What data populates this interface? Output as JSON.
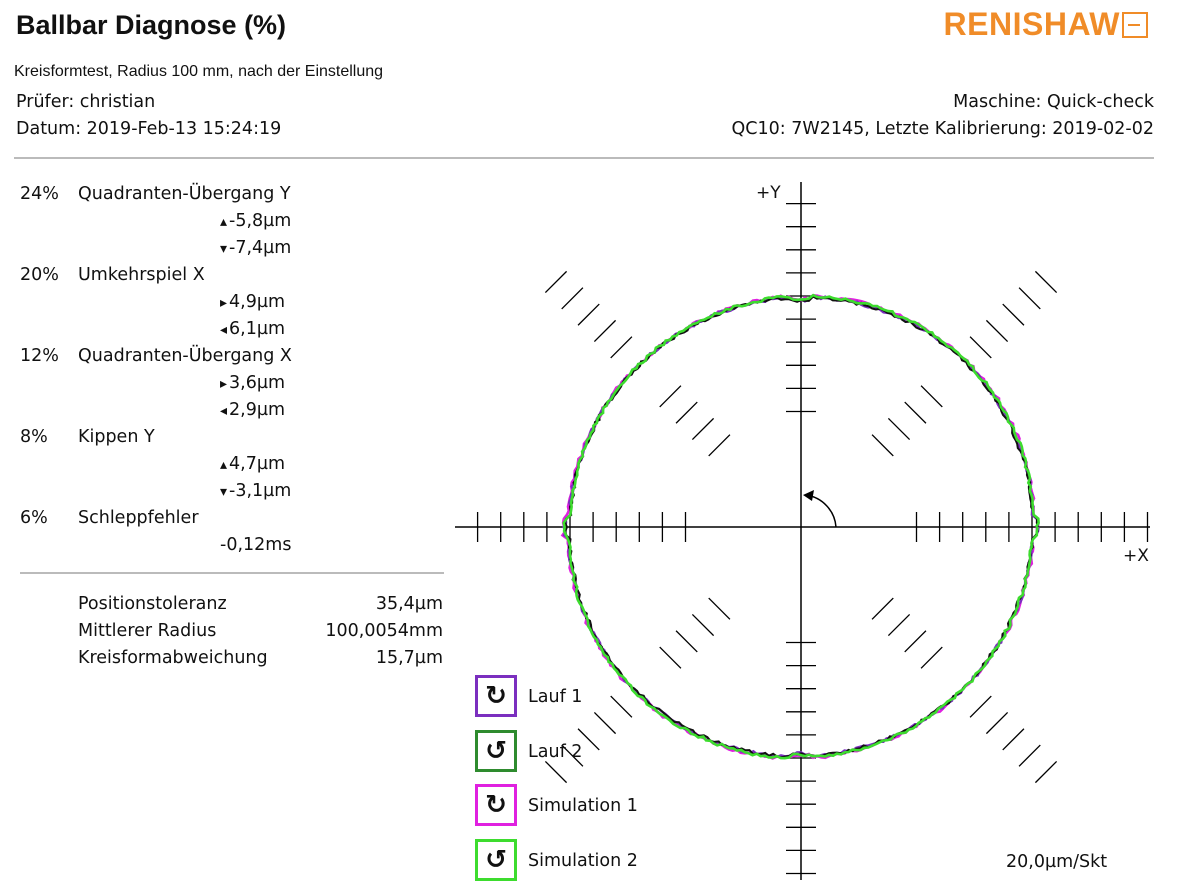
{
  "header": {
    "title": "Ballbar Diagnose (%)",
    "logo": "RENISHAW",
    "subtitle": "Kreisformtest, Radius 100 mm, nach der Einstellung",
    "pruefer": "Prüfer: christian",
    "datum": "Datum: 2019-Feb-13 15:24:19",
    "maschine": "Maschine: Quick-check",
    "qc10": "QC10: 7W2145, Letzte Kalibrierung: 2019-02-02"
  },
  "diagnostics": [
    {
      "pct": "24%",
      "name": "Quadranten-Übergang Y",
      "values": [
        {
          "icon": "up-arrow-icon",
          "glyph": "▴",
          "text": "-5,8µm"
        },
        {
          "icon": "down-arrow-icon",
          "glyph": "▾",
          "text": "-7,4µm"
        }
      ]
    },
    {
      "pct": "20%",
      "name": "Umkehrspiel X",
      "values": [
        {
          "icon": "right-arrow-icon",
          "glyph": "▸",
          "text": "4,9µm"
        },
        {
          "icon": "left-arrow-icon",
          "glyph": "◂",
          "text": "6,1µm"
        }
      ]
    },
    {
      "pct": "12%",
      "name": "Quadranten-Übergang X",
      "values": [
        {
          "icon": "right-arrow-icon",
          "glyph": "▸",
          "text": "3,6µm"
        },
        {
          "icon": "left-arrow-icon",
          "glyph": "◂",
          "text": "2,9µm"
        }
      ]
    },
    {
      "pct": "8%",
      "name": "Kippen Y",
      "values": [
        {
          "icon": "up-arrow-icon",
          "glyph": "▴",
          "text": "4,7µm"
        },
        {
          "icon": "down-arrow-icon",
          "glyph": "▾",
          "text": "-3,1µm"
        }
      ]
    },
    {
      "pct": "6%",
      "name": "Schleppfehler",
      "values": [
        {
          "icon": "",
          "glyph": "",
          "text": "-0,12ms"
        }
      ]
    }
  ],
  "summary": [
    {
      "label": "Positionstoleranz",
      "value": "35,4µm"
    },
    {
      "label": "Mittlerer Radius",
      "value": "100,0054mm"
    },
    {
      "label": "Kreisformabweichung",
      "value": "15,7µm"
    }
  ],
  "legend": [
    {
      "label": "Lauf 1",
      "color": "#7b2fbf",
      "icon": "clockwise-arrow-icon",
      "glyph": "↻"
    },
    {
      "label": "Lauf 2",
      "color": "#2e8b2e",
      "icon": "counterclockwise-arrow-icon",
      "glyph": "↺"
    },
    {
      "label": "Simulation 1",
      "color": "#e020e0",
      "icon": "clockwise-arrow-icon",
      "glyph": "↻"
    },
    {
      "label": "Simulation 2",
      "color": "#3ddc2e",
      "icon": "counterclockwise-arrow-icon",
      "glyph": "↺"
    }
  ],
  "chart_data": {
    "type": "polar-deviation",
    "axis_labels": {
      "x": "+X",
      "y": "+Y"
    },
    "scale": "20,0µm/Skt",
    "nominal_radius_mm": 100,
    "series": [
      {
        "name": "Lauf 1",
        "color": "#7b2fbf"
      },
      {
        "name": "Lauf 2",
        "color": "#2e8b2e"
      },
      {
        "name": "Simulation 1",
        "color": "#e020e0"
      },
      {
        "name": "Simulation 2",
        "color": "#3ddc2e"
      }
    ],
    "start_direction": "+Y",
    "trace_color": "#111111"
  }
}
